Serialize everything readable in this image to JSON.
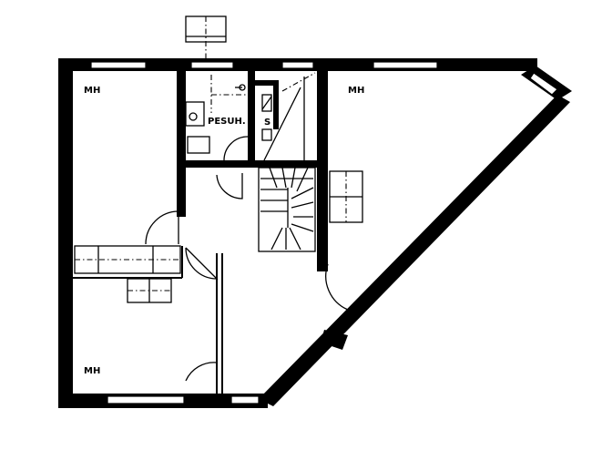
{
  "rooms": {
    "bedroom_top_left": "MH",
    "bedroom_top_right": "MH",
    "bedroom_bottom_left": "MH",
    "washroom": "PESUH.",
    "sauna": "S"
  }
}
